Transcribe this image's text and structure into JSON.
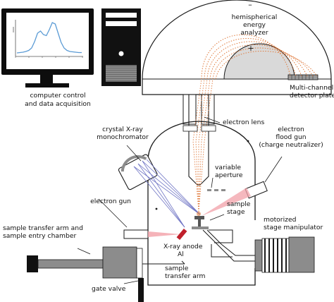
{
  "labels": {
    "computer": [
      "computer control",
      "and data acquisition"
    ],
    "analyzer": [
      "hemispherical",
      "energy",
      "analyzer"
    ],
    "analyzer_minus": "–",
    "analyzer_plus": "+",
    "detector": [
      "Multi-channel",
      "detector plate"
    ],
    "lens": "electron lens",
    "monochromator": [
      "crystal X-ray",
      "monochromator"
    ],
    "flood_gun": [
      "electron",
      "flood gun",
      "(charge neutralizer)"
    ],
    "aperture": [
      "variable",
      "aperture"
    ],
    "electron_gun": "electron gun",
    "sample_stage": [
      "sample",
      "stage"
    ],
    "transfer": [
      "sample transfer arm and",
      "sample entry chamber"
    ],
    "manipulator": [
      "motorized",
      "stage manipulator"
    ],
    "anode": [
      "X-ray anode",
      "Al"
    ],
    "transfer_arm": [
      "sample",
      "transfer arm"
    ],
    "gate_valve": "gate valve"
  },
  "colors": {
    "outline": "#1a1a1a",
    "monitor_bezel": "#0d0d0d",
    "tower": "#111111",
    "hemisphere_fill": "#d9d9d9",
    "electron_path": "#e07a3c",
    "xray_path": "#6f74c4",
    "flood_beam": "#f2a0a8",
    "anode_red": "#c0202b",
    "gray_part": "#8c8c8c",
    "spectrum": "#5b9bd5"
  },
  "spectrum_chart": {
    "series": [
      {
        "values": [
          0.06,
          0.07,
          0.08,
          0.1,
          0.13,
          0.2,
          0.38,
          0.62,
          0.68,
          0.58,
          0.55,
          0.72,
          0.92,
          0.88,
          0.62,
          0.36,
          0.2,
          0.13,
          0.1,
          0.09,
          0.08,
          0.07,
          0.07
        ]
      }
    ],
    "ylim": [
      0,
      1
    ]
  }
}
